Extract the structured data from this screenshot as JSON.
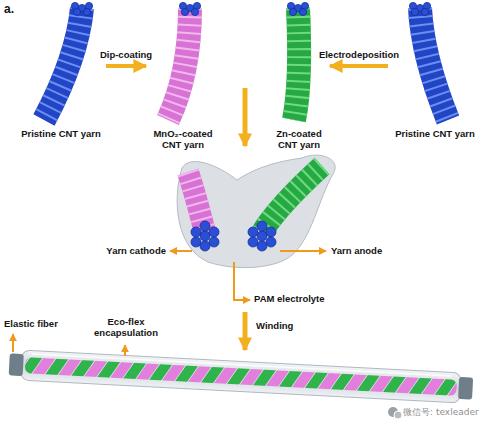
{
  "diagram": {
    "nodes": [
      {
        "text": [
          "Pristine CNT yarn"
        ]
      },
      {
        "text": [
          "MnO₂-coated CNT yarn"
        ]
      },
      {
        "text": [
          "Zn-coated CNT yarn"
        ]
      },
      {
        "text": [
          "Pristine CNT yarn"
        ]
      }
    ],
    "edges": [
      {
        "from": 0,
        "to": 1,
        "arrow": "to",
        "label": "Dip-coating"
      },
      {
        "from": 3,
        "to": 2,
        "arrow": "to",
        "label": "Electrodeposition"
      }
    ],
    "labels": [
      "a.",
      "Yarn cathode",
      "Yarn anode",
      "PAM electrolyte",
      "Winding",
      "Elastic fiber",
      "Eco-flex encapsulation",
      "微信号: texleader"
    ]
  }
}
